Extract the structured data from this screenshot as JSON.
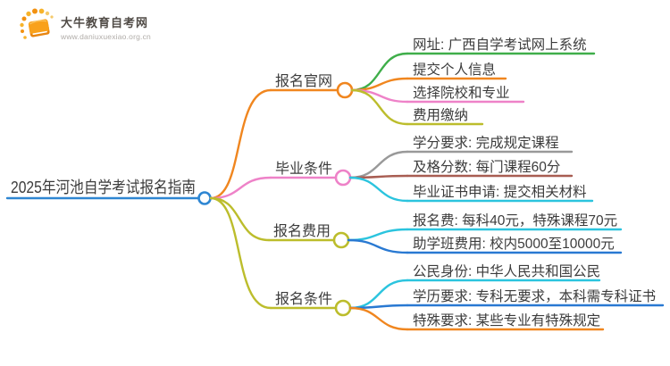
{
  "logo": {
    "title": "大牛教育自考网",
    "url": "www.daniuxuexiao.org.cn",
    "icon": "book-with-sun-rays",
    "icon_colors": {
      "book_top": "#F9A11B",
      "book_side": "#E8850F",
      "rays": "#F7B32B"
    }
  },
  "central": {
    "label": "2025年河池自学考试报名指南",
    "color": "#2E86D2"
  },
  "branches": [
    {
      "label": "报名官网",
      "color": "#F0861F",
      "children": [
        {
          "label": "网址: 广西自学考试网上系统",
          "color": "#3FAE4A"
        },
        {
          "label": "提交个人信息",
          "color": "#F0861F"
        },
        {
          "label": "选择院校和专业",
          "color": "#EE82C8"
        },
        {
          "label": "费用缴纳",
          "color": "#BCBD2C"
        }
      ]
    },
    {
      "label": "毕业条件",
      "color": "#EE82C8",
      "children": [
        {
          "label": "学分要求: 完成规定课程",
          "color": "#999999"
        },
        {
          "label": "及格分数: 每门课程60分",
          "color": "#A85D52"
        },
        {
          "label": "毕业证书申请: 提交相关材料",
          "color": "#2BC4DE"
        }
      ]
    },
    {
      "label": "报名费用",
      "color": "#BCBD2C",
      "children": [
        {
          "label": "报名费: 每科40元，特殊课程70元",
          "color": "#2BC4DE"
        },
        {
          "label": "助学班费用: 校内5000至10000元",
          "color": "#2979D2"
        }
      ]
    },
    {
      "label": "报名条件",
      "color": "#BCBD2C",
      "children": [
        {
          "label": "公民身份: 中华人民共和国公民",
          "color": "#2BC4DE"
        },
        {
          "label": "学历要求: 专科无要求，本科需专科证书",
          "color": "#2979D2"
        },
        {
          "label": "特殊要求: 某些专业有特殊规定",
          "color": "#F0861F"
        }
      ]
    }
  ]
}
